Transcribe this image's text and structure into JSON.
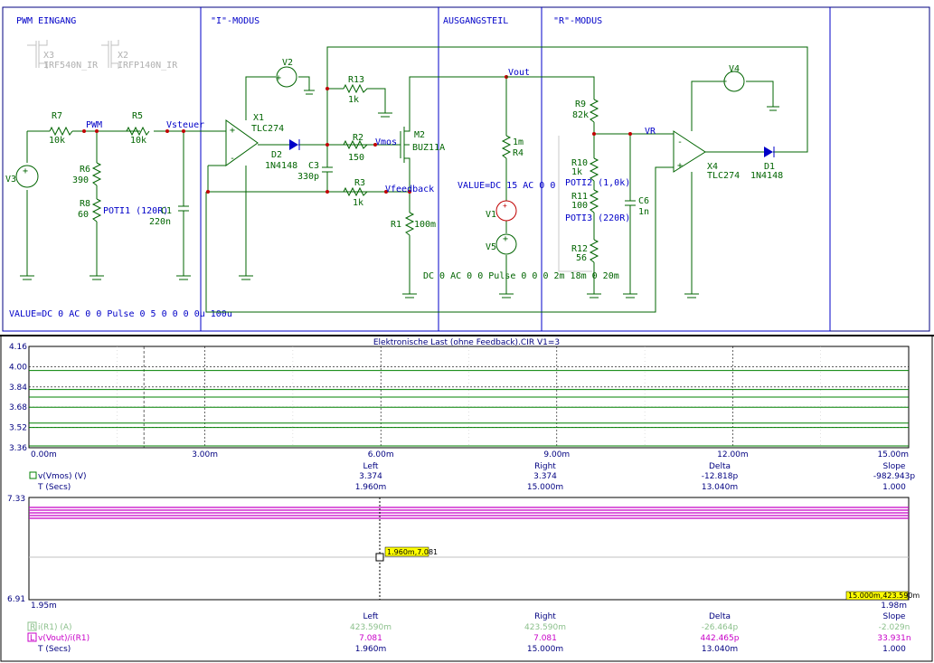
{
  "schematic": {
    "sections": [
      "PWM EINGANG",
      "\"I\"-MODUS",
      "AUSGANGSTEIL",
      "\"R\"-MODUS"
    ],
    "ghost_parts": [
      {
        "ref": "X3",
        "name": "IRF540N_IR"
      },
      {
        "ref": "X2",
        "name": "IRFP140N_IR"
      }
    ],
    "components": {
      "r7": {
        "ref": "R7",
        "value": "10k"
      },
      "r5": {
        "ref": "R5",
        "value": "10k"
      },
      "r6": {
        "ref": "R6",
        "value": "390"
      },
      "r8": {
        "ref": "R8",
        "value": "60"
      },
      "poti1": "POTI1 (120R)",
      "c_in": {
        "ref": "C1",
        "value": "220n"
      },
      "v3": "V3",
      "v2": "V2",
      "x1": {
        "ref": "X1",
        "name": "TLC274"
      },
      "d2": {
        "ref": "D2",
        "name": "1N4148"
      },
      "c3": {
        "ref": "C3",
        "value": "330p"
      },
      "r13": {
        "ref": "R13",
        "value": "1k"
      },
      "r2": {
        "ref": "R2",
        "value": "150"
      },
      "r3": {
        "ref": "R3",
        "value": "1k"
      },
      "m2": {
        "ref": "M2",
        "name": "BUZ11A"
      },
      "r1": {
        "ref": "R1",
        "value": "100m"
      },
      "r4": {
        "ref": "R4",
        "value": "1m"
      },
      "v1": "V1",
      "v5": "V5",
      "r9": {
        "ref": "R9",
        "value": "82k"
      },
      "r10": {
        "ref": "R10",
        "value": "1k"
      },
      "poti2": "POTI2 (1,0k)",
      "r11": {
        "ref": "R11",
        "value": "100"
      },
      "poti3": "POTI3 (220R)",
      "r12": {
        "ref": "R12",
        "value": "56"
      },
      "c6": {
        "ref": "C6",
        "value": "1n"
      },
      "v4": "V4",
      "x4": {
        "ref": "X4",
        "name": "TLC274"
      },
      "d1": {
        "ref": "D1",
        "name": "1N4148"
      }
    },
    "nodes": {
      "pwm": "PWM",
      "vsteuer": "Vsteuer",
      "vmos": "Vmos",
      "vfeedback": "Vfeedback",
      "vout": "Vout",
      "vr": "VR"
    },
    "sources": {
      "v3_value": "VALUE=DC 0 AC 0 0 Pulse 0 5 0 0 0 0u 100u",
      "v1_value": "VALUE=DC 15 AC 0 0",
      "v5_value": "DC 0 AC 0 0 Pulse 0 0 0 2m 18m 0 20m"
    }
  },
  "plot1": {
    "title": "Elektronische Last (ohne Feedback).CIR V1=3",
    "y_ticks": [
      "4.16",
      "4.00",
      "3.84",
      "3.68",
      "3.52",
      "3.36"
    ],
    "x_ticks": [
      "0.00m",
      "3.00m",
      "6.00m",
      "9.00m",
      "12.00m",
      "15.00m"
    ],
    "headers": [
      "Left",
      "Right",
      "Delta",
      "Slope"
    ],
    "rows": [
      {
        "label": "v(Vmos) (V)",
        "left": "3.374",
        "right": "3.374",
        "delta": "-12.818p",
        "slope": "-982.943p"
      },
      {
        "label": "T (Secs)",
        "left": "1.960m",
        "right": "15.000m",
        "delta": "13.040m",
        "slope": "1.000"
      }
    ]
  },
  "plot2": {
    "y_top": "7.33",
    "y_bottom": "6.91",
    "x_left": "1.95m",
    "x_right": "1.98m",
    "cursor_badge": "1.960m,7.081",
    "corner_badge": "15.000m,423.590m",
    "headers": [
      "Left",
      "Right",
      "Delta",
      "Slope"
    ],
    "rows": [
      {
        "marker": "R",
        "label": "i(R1) (A)",
        "left": "423.590m",
        "right": "423.590m",
        "delta": "-26.464p",
        "slope": "-2.029n"
      },
      {
        "marker": "L",
        "label": "v(Vout)/i(R1)",
        "left": "7.081",
        "right": "7.081",
        "delta": "442.465p",
        "slope": "33.931n"
      },
      {
        "label": "T (Secs)",
        "left": "1.960m",
        "right": "15.000m",
        "delta": "13.040m",
        "slope": "1.000"
      }
    ]
  },
  "chart_data": [
    {
      "type": "line",
      "title": "Elektronische Last (ohne Feedback).CIR V1=3",
      "xlabel": "T (Secs)",
      "ylabel": "v(Vmos) (V)",
      "xlim": [
        0,
        15
      ],
      "x_unit": "m",
      "ylim": [
        3.36,
        4.16
      ],
      "series": [
        {
          "name": "v(Vmos) (V)",
          "x": [
            0,
            15
          ],
          "values": [
            3.374,
            3.374
          ]
        }
      ],
      "grid": true
    },
    {
      "type": "line",
      "xlabel": "T (Secs)",
      "xlim_label": [
        "1.95m",
        "1.98m"
      ],
      "ylim": [
        6.91,
        7.33
      ],
      "series": [
        {
          "name": "i(R1) (A)",
          "values": [
            0.42359,
            0.42359
          ]
        },
        {
          "name": "v(Vout)/i(R1)",
          "values": [
            7.081,
            7.081
          ]
        }
      ],
      "grid": false
    }
  ],
  "colors": {
    "wire": "#006400",
    "label": "#0000c8",
    "junction": "#c00000",
    "plot1_series": "#008000",
    "plot2_series": "#c800c8",
    "plot2_left_series": "#8cc08c",
    "cursor_badge_bg": "#ffff00"
  }
}
